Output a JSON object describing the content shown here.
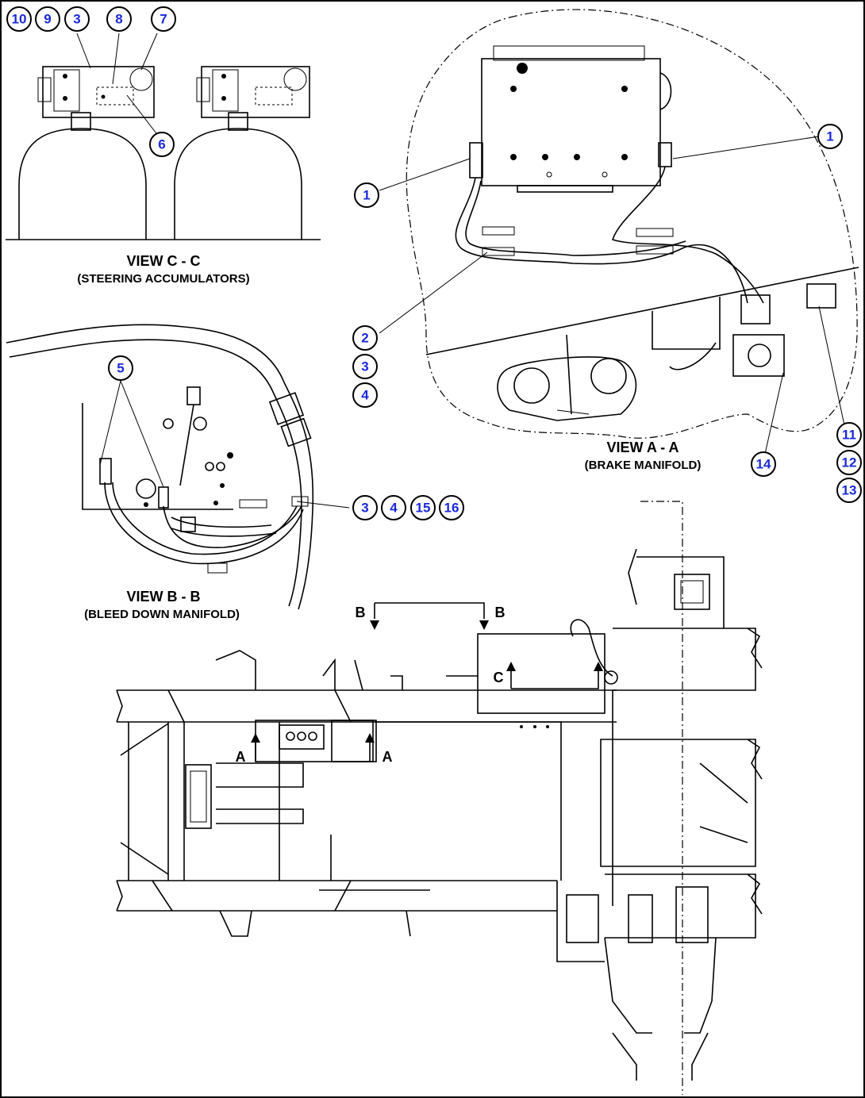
{
  "views": {
    "view_c": {
      "title": "VIEW C - C",
      "subtitle": "(STEERING ACCUMULATORS)"
    },
    "view_a": {
      "title": "VIEW A - A",
      "subtitle": "(BRAKE MANIFOLD)"
    },
    "view_b": {
      "title": "VIEW B - B",
      "subtitle": "(BLEED DOWN MANIFOLD)"
    }
  },
  "callouts": {
    "c10": "10",
    "c9": "9",
    "c3a": "3",
    "c8": "8",
    "c7": "7",
    "c6": "6",
    "c1l": "1",
    "c1r": "1",
    "c2": "2",
    "c3b": "3",
    "c4b": "4",
    "c11": "11",
    "c12": "12",
    "c13": "13",
    "c14": "14",
    "c5": "5",
    "c3c": "3",
    "c4c": "4",
    "c15": "15",
    "c16": "16"
  },
  "section_marks": {
    "b_left": "B",
    "b_right": "B",
    "c": "C",
    "a_left": "A",
    "a_right": "A"
  }
}
